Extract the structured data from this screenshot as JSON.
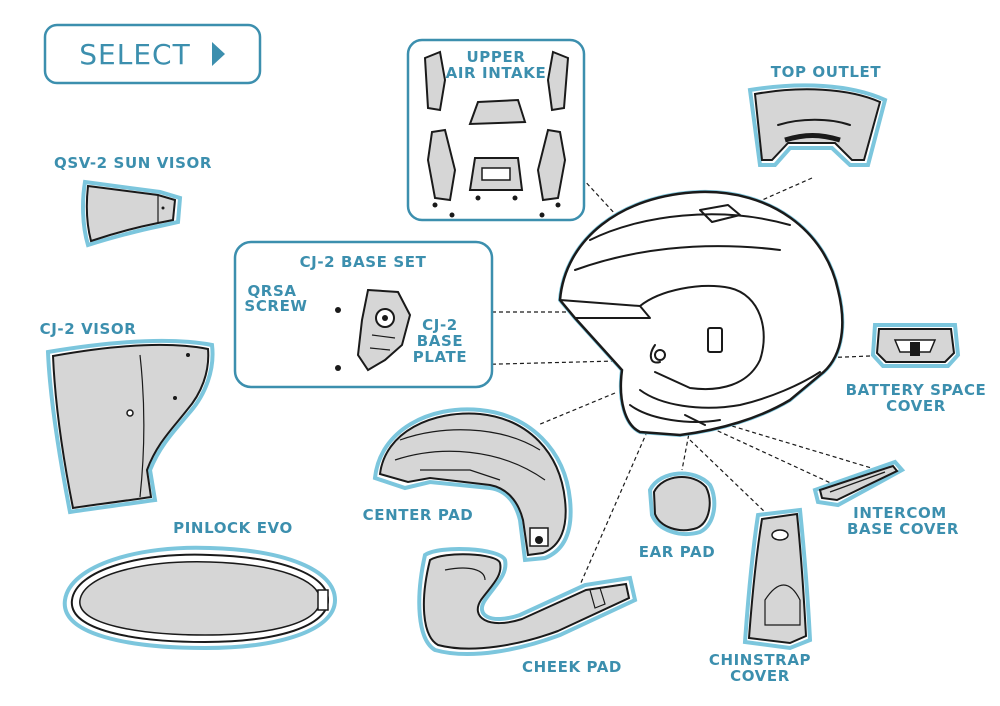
{
  "select_button": {
    "label": "SELECT"
  },
  "parts": {
    "upper_air_intake": [
      "UPPER",
      "AIR INTAKE"
    ],
    "top_outlet": "TOP OUTLET",
    "sun_visor": "QSV-2 SUN VISOR",
    "base_set": "CJ-2 BASE SET",
    "qrsa_screw": [
      "QRSA",
      "SCREW"
    ],
    "base_plate": [
      "CJ-2",
      "BASE",
      "PLATE"
    ],
    "visor": "CJ-2 VISOR",
    "battery_cover": [
      "BATTERY SPACE",
      "COVER"
    ],
    "center_pad": "CENTER PAD",
    "intercom_cover": [
      "INTERCOM",
      "BASE COVER"
    ],
    "ear_pad": "EAR PAD",
    "pinlock": "PINLOCK EVO",
    "cheek_pad": "CHEEK PAD",
    "chinstrap_cover": [
      "CHINSTRAP",
      "COVER"
    ]
  },
  "colors": {
    "accent": "#3c8fae",
    "halo": "#7cc6dd",
    "ink": "#1a1a1a",
    "part_gray": "#d6d6d6"
  }
}
